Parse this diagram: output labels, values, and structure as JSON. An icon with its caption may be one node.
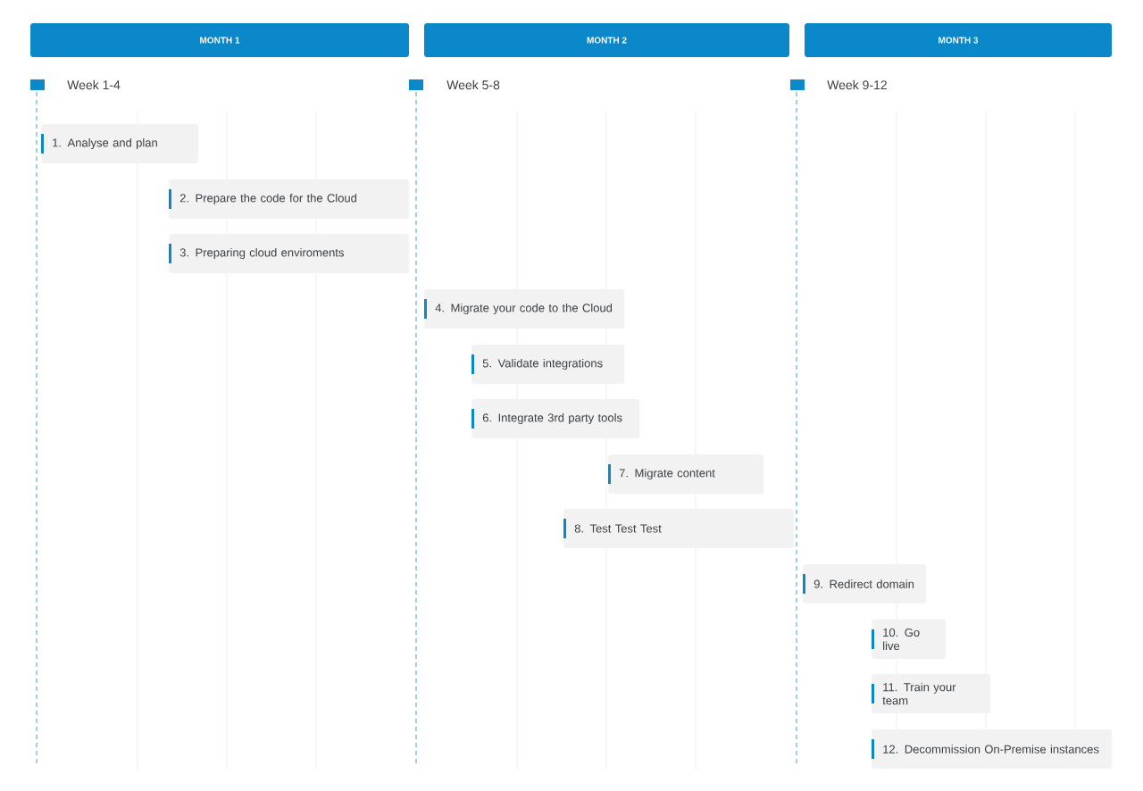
{
  "diagram": {
    "nodes": [
      {
        "text": [
          "MONTH 1"
        ]
      },
      {
        "text": [
          "MONTH 2"
        ]
      },
      {
        "text": [
          "MONTH 3"
        ]
      },
      {
        "text": [
          "1. Analyse and plan"
        ]
      },
      {
        "text": [
          "2. Prepare the code for the Cloud"
        ]
      },
      {
        "text": [
          "3. Preparing cloud enviroments"
        ]
      },
      {
        "text": [
          "4. Migrate your code to the Cloud"
        ]
      },
      {
        "text": [
          "5. Validate integrations"
        ]
      },
      {
        "text": [
          "6. Integrate 3rd party tools"
        ]
      },
      {
        "text": [
          "7. Migrate content"
        ]
      },
      {
        "text": [
          "8. Test Test Test"
        ]
      },
      {
        "text": [
          "9. Redirect domain"
        ]
      },
      {
        "text": [
          "10. Go live"
        ]
      },
      {
        "text": [
          "11. Train your team"
        ]
      },
      {
        "text": [
          "12. Decommission On-Premise instances"
        ]
      }
    ],
    "labels": [
      "Week 1-4",
      "Week 5-8",
      "Week 9-12"
    ]
  }
}
